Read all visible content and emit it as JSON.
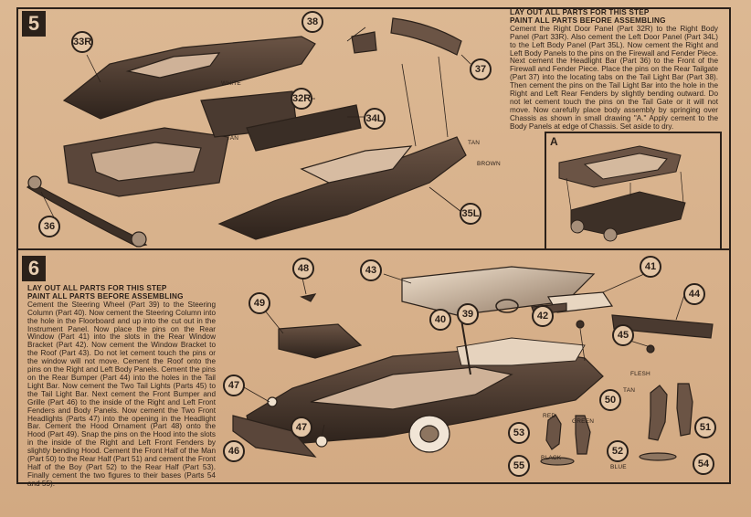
{
  "step5": {
    "number": "5",
    "heading_1": "LAY OUT ALL PARTS FOR THIS STEP",
    "heading_2": "PAINT ALL PARTS BEFORE ASSEMBLING",
    "body": "Cement the Right Door Panel (Part 32R) to the Right Body Panel (Part 33R). Also cement the Left Door Panel (Part 34L) to the Left Body Panel (Part 35L). Now cement the Right and Left Body Panels to the pins on the Firewall and Fender Piece. Next cement the Headlight Bar (Part 36) to the Front of the Firewall and Fender Piece. Place the pins on the Rear Tailgate (Part 37) into the locating tabs on the Tail Light Bar (Part 38). Then cement the pins on the Tail Light Bar into the hole in the Right and Left Rear Fenders by slightly bending outward. Do not let cement touch the pins on the Tail Gate or it will not move. Now carefully place body assembly by springing over Chassis as shown in small drawing \"A.\" Apply cement to the Body Panels at edge of Chassis. Set aside to dry.",
    "inset_label": "A",
    "callouts": [
      "33R",
      "38",
      "37",
      "32R",
      "34L",
      "36",
      "35L"
    ],
    "labels": [
      "WHITE",
      "TAN",
      "TAN",
      "BROWN"
    ]
  },
  "step6": {
    "number": "6",
    "heading_1": "LAY OUT ALL PARTS FOR THIS STEP",
    "heading_2": "PAINT ALL PARTS BEFORE ASSEMBLING",
    "body": "Cement the Steering Wheel (Part 39) to the Steering Column (Part 40). Now cement the Steering Column into the hole in the Floorboard and up into the cut out in the Instrument Panel. Now place the pins on the Rear Window (Part 41) into the slots in the Rear Window Bracket (Part 42). Now cement the Window Bracket to the Roof (Part 43). Do not let cement touch the pins or the window will not move. Cement the Roof onto the pins on the Right and Left Body Panels. Cement the pins on the Rear Bumper (Part 44) into the holes in the Tail Light Bar. Now cement the Two Tail Lights (Parts 45) to the Tail Light Bar. Next cement the Front Bumper and Grille (Part 46) to the inside of the Right and Left Front Fenders and Body Panels. Now cement the Two Front Headlights (Parts 47) into the opening in the Headlight Bar. Cement the Hood Ornament (Part 48) onto the Hood (Part 49). Snap the pins on the Hood into the slots in the inside of the Right and Left Front Fenders by slightly bending Hood. Cement the Front Half of the Man (Part 50) to the Rear Half (Part 51) and cement the Front Half of the Boy (Part 52) to the Rear Half (Part 53). Finally cement the two figures to their bases (Parts 54 and 55).",
    "callouts": [
      "48",
      "43",
      "41",
      "44",
      "49",
      "39",
      "40",
      "42",
      "45",
      "47",
      "47",
      "46",
      "50",
      "51",
      "53",
      "52",
      "55",
      "54"
    ],
    "labels": [
      "FLESH",
      "TAN",
      "RED",
      "GREEN",
      "BLACK",
      "BLUE"
    ]
  }
}
